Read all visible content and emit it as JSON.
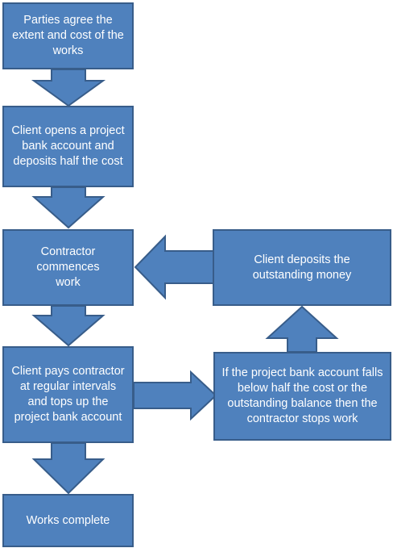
{
  "colors": {
    "fill": "#4f81bd",
    "stroke": "#385d8a",
    "text": "#ffffff"
  },
  "steps": {
    "agree": "Parties agree the extent and cost of the works",
    "open_account": "Client opens a project bank account and deposits half the cost",
    "commence": "Contractor commences work",
    "pays": "Client pays contractor at regular intervals and tops up the project bank account",
    "falls_below": "If the project bank account falls below half the cost or the outstanding balance then the contractor stops work",
    "deposits": "Client deposits the outstanding money",
    "complete": "Works complete"
  }
}
